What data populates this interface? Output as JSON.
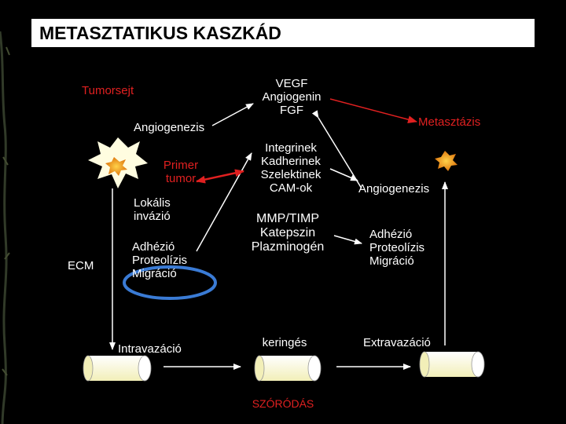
{
  "title": "METASZTATIKUS KASZKÁD",
  "labels": {
    "tumorsejt": "Tumorsejt",
    "angiogenezis_left": "Angiogenezis",
    "primer_tumor": "Primer\ntumor",
    "lokalis_invazio": "Lokális\ninvázió",
    "ecm": "ECM",
    "adhezio_left": "Adhézió\nProteolízis\nMigráció",
    "intravazacio": "Intravazáció",
    "vegf": "VEGF\nAngiogenin\nFGF",
    "integrinek": "Integrinek\nKadherinek\nSzelektinek\nCAM-ok",
    "mmp": "MMP/TIMP\nKatepszin\nPlazminogén",
    "keringes": "keringés",
    "szorodas": "SZÓRÓDÁS",
    "metasztazis": "Metasztázis",
    "angiogenezis_right": "Angiogenezis",
    "adhezio_right": "Adhézió\nProteolízis\nMigráció",
    "extravazacio": "Extravazáció"
  },
  "colors": {
    "background": "#000000",
    "text": "#ffffff",
    "accent_red": "#e02020",
    "tumor": "#f4a020",
    "ellipse_blue": "#3a7bd5",
    "vessel": "#fffde0"
  }
}
